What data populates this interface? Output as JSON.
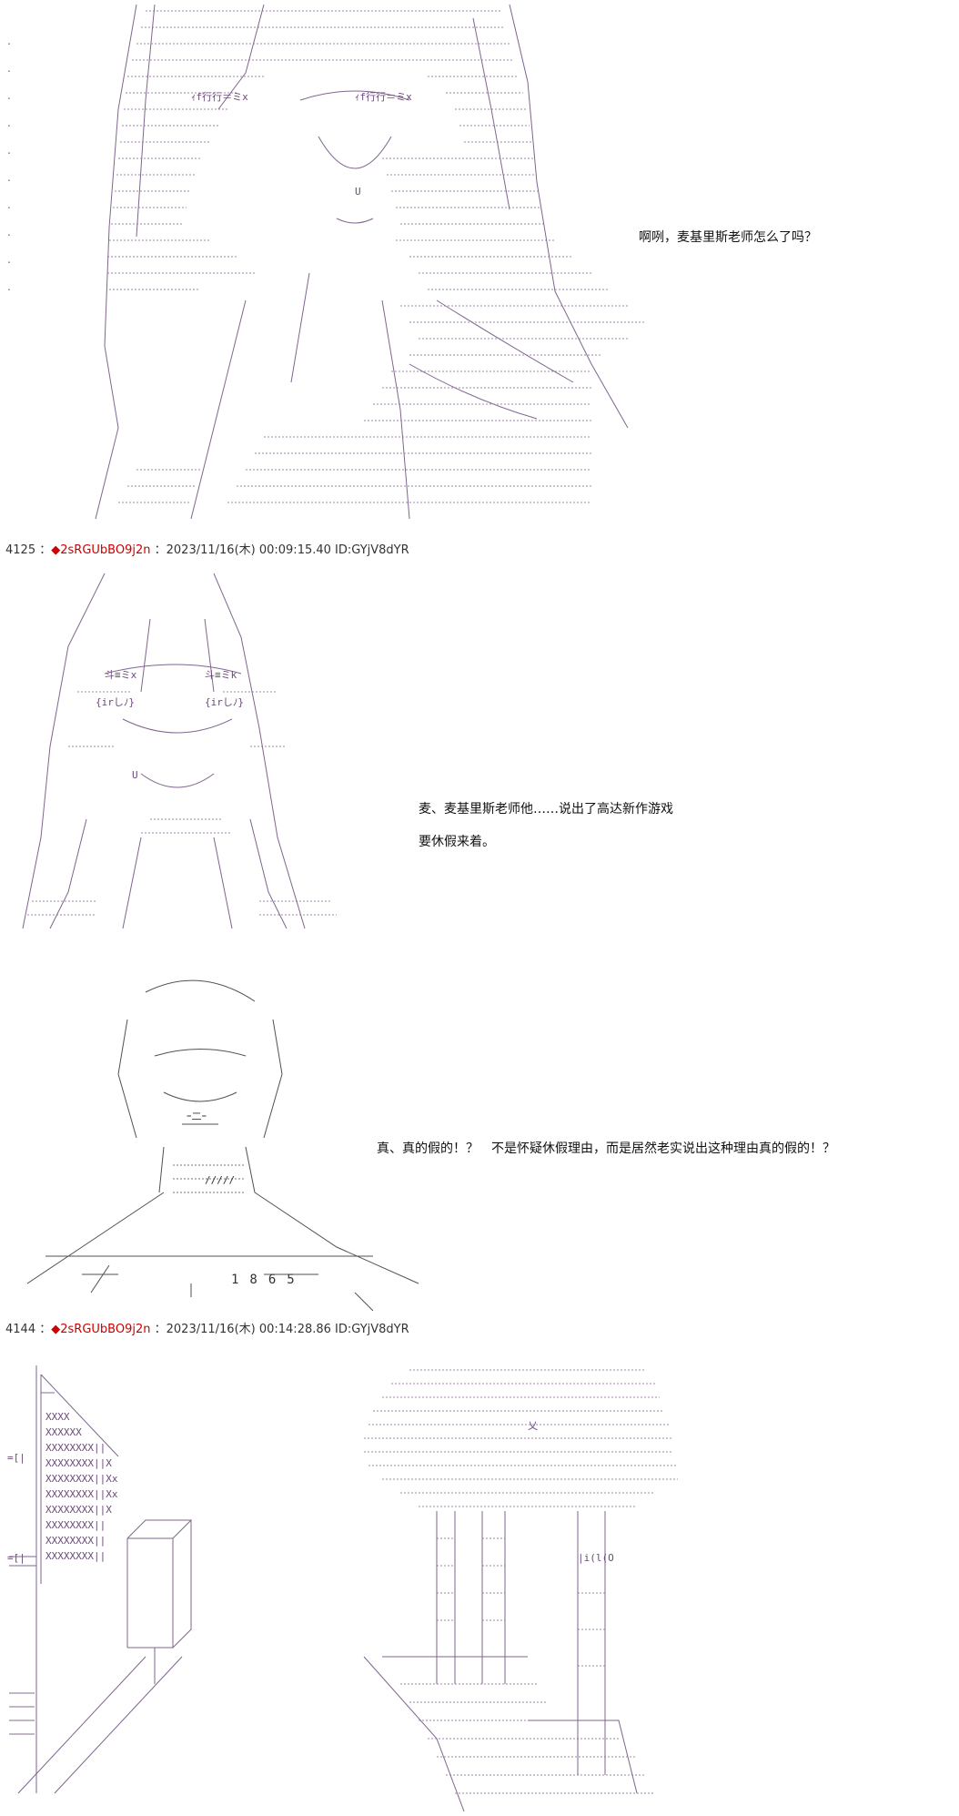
{
  "posts": [
    {
      "number": "4125",
      "diamond": "◆",
      "trip": "2sRGUbBO9j2n",
      "sep": "：",
      "datetime": "2023/11/16(木) 00:09:15.40",
      "id": "ID:GYjV8dYR"
    },
    {
      "number": "4144",
      "diamond": "◆",
      "trip": "2sRGUbBO9j2n",
      "sep": "：",
      "datetime": "2023/11/16(木) 00:14:28.86",
      "id": "ID:GYjV8dYR"
    }
  ],
  "dialogues": {
    "panel1": "啊咧，麦基里斯老师怎么了吗？",
    "panel2_line1": "麦、麦基里斯老师他……说出了高达新作游戏",
    "panel2_line2": "要休假来着。",
    "panel3": "真、真的假的！？　不是怀疑休假理由，而是居然老实说出这种理由真的假的！？"
  },
  "art_text": {
    "counter": "1865"
  },
  "colors": {
    "art_purple": "#6a4a7a",
    "header_red": "#cc0000",
    "text": "#111111"
  }
}
